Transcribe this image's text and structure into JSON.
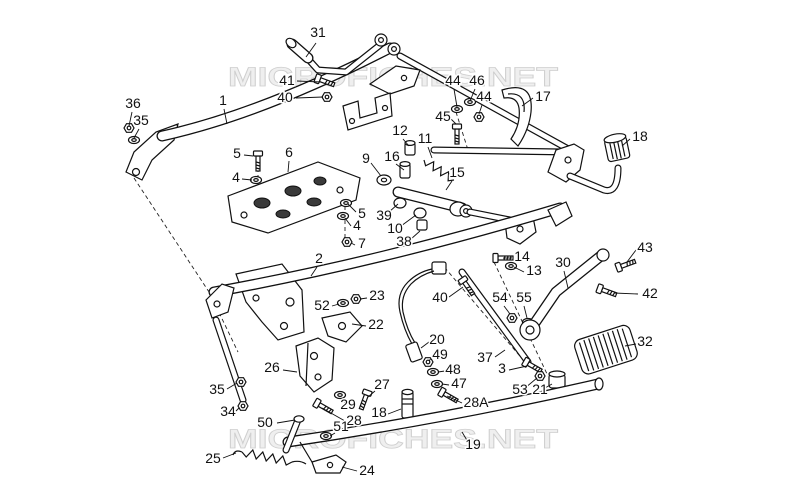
{
  "watermark": {
    "text": "MICROFICHES.NET"
  },
  "callouts": [
    {
      "label": "31"
    },
    {
      "label": "41"
    },
    {
      "label": "40"
    },
    {
      "label": "1"
    },
    {
      "label": "36"
    },
    {
      "label": "35"
    },
    {
      "label": "44"
    },
    {
      "label": "46"
    },
    {
      "label": "44"
    },
    {
      "label": "17"
    },
    {
      "label": "45"
    },
    {
      "label": "18"
    },
    {
      "label": "12"
    },
    {
      "label": "11"
    },
    {
      "label": "5"
    },
    {
      "label": "6"
    },
    {
      "label": "4"
    },
    {
      "label": "16"
    },
    {
      "label": "9"
    },
    {
      "label": "15"
    },
    {
      "label": "39"
    },
    {
      "label": "5"
    },
    {
      "label": "4"
    },
    {
      "label": "10"
    },
    {
      "label": "38"
    },
    {
      "label": "7"
    },
    {
      "label": "43"
    },
    {
      "label": "2"
    },
    {
      "label": "14"
    },
    {
      "label": "13"
    },
    {
      "label": "30"
    },
    {
      "label": "40"
    },
    {
      "label": "52"
    },
    {
      "label": "23"
    },
    {
      "label": "54"
    },
    {
      "label": "55"
    },
    {
      "label": "42"
    },
    {
      "label": "22"
    },
    {
      "label": "20"
    },
    {
      "label": "49"
    },
    {
      "label": "37"
    },
    {
      "label": "32"
    },
    {
      "label": "3"
    },
    {
      "label": "35"
    },
    {
      "label": "26"
    },
    {
      "label": "48"
    },
    {
      "label": "47"
    },
    {
      "label": "53"
    },
    {
      "label": "21"
    },
    {
      "label": "27"
    },
    {
      "label": "29"
    },
    {
      "label": "28"
    },
    {
      "label": "34"
    },
    {
      "label": "18"
    },
    {
      "label": "28A"
    },
    {
      "label": "50"
    },
    {
      "label": "51"
    },
    {
      "label": "19"
    },
    {
      "label": "25"
    },
    {
      "label": "24"
    }
  ]
}
